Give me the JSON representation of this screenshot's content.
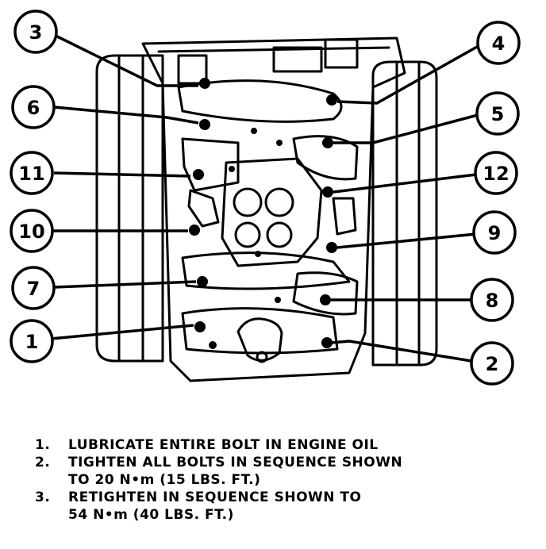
{
  "callouts": [
    {
      "number": "1"
    },
    {
      "number": "2"
    },
    {
      "number": "3"
    },
    {
      "number": "4"
    },
    {
      "number": "5"
    },
    {
      "number": "6"
    },
    {
      "number": "7"
    },
    {
      "number": "8"
    },
    {
      "number": "9"
    },
    {
      "number": "10"
    },
    {
      "number": "11"
    },
    {
      "number": "12"
    }
  ],
  "notes": [
    {
      "num": "1.",
      "text": "LUBRICATE ENTIRE BOLT IN ENGINE OIL"
    },
    {
      "num": "2.",
      "text": "TIGHTEN ALL BOLTS IN SEQUENCE SHOWN\nTO 20 N•m (15 LBS. FT.)"
    },
    {
      "num": "3.",
      "text": "RETIGHTEN IN SEQUENCE SHOWN TO\n54 N•m (40 LBS. FT.)"
    }
  ],
  "colors": {
    "ink": "#000000",
    "paper": "#ffffff"
  }
}
